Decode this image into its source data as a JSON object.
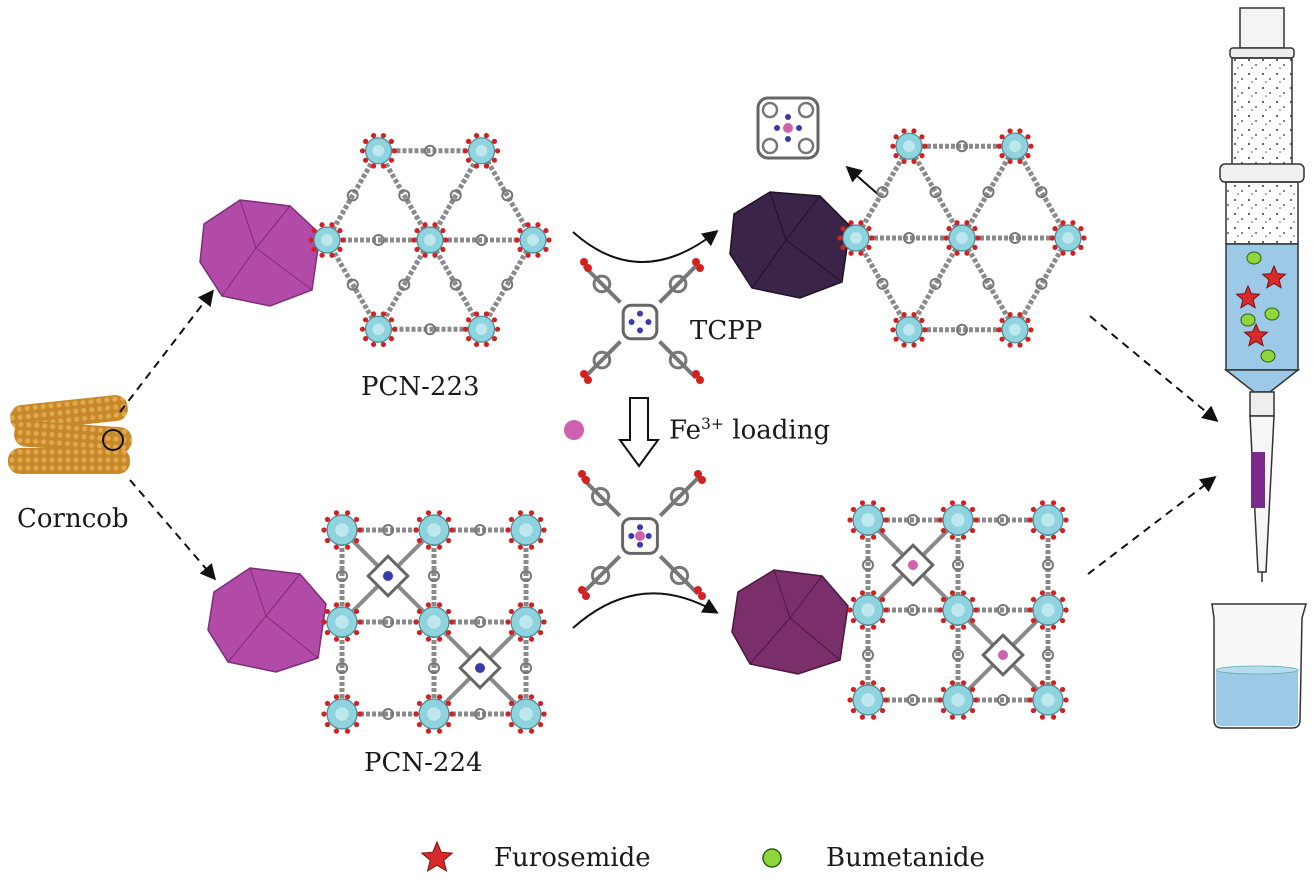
{
  "labels": {
    "corncob": "Corncob",
    "pcn223": "PCN-223",
    "pcn224": "PCN-224",
    "tcpp": "TCPP",
    "fe_base": "Fe",
    "fe_sup": "3+",
    "fe_rest": " loading"
  },
  "legend": {
    "furosemide": "Furosemide",
    "bumetanide": "Bumetanide"
  },
  "colors": {
    "node": "#8fd3de",
    "node_o": "#d42020",
    "linker": "#8a8a8a",
    "nitrogen": "#3a3ab0",
    "iron": "#d060b0",
    "crystal_pink": "#b24aa8",
    "crystal_dark": "#3a2448",
    "crystal_maroon": "#7a2e6a",
    "star": "#d82a2a",
    "dot": "#8fd63c",
    "liquid": "#9cc9e6",
    "band": "#7a2a8a"
  }
}
